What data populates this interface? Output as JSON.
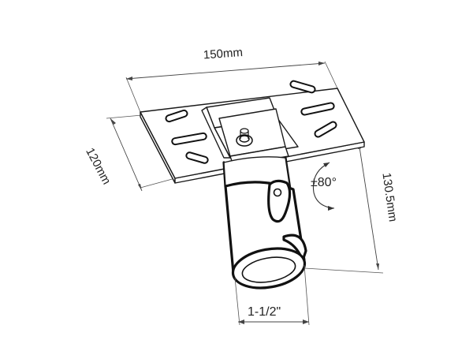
{
  "dimensions": {
    "width_label": "150mm",
    "depth_label": "120mm",
    "height_label": "130.5mm",
    "tube_label": "1-1/2\"",
    "rotation_label": "±80°"
  },
  "icons": {
    "rotation": "rotation-arrow-icon"
  }
}
